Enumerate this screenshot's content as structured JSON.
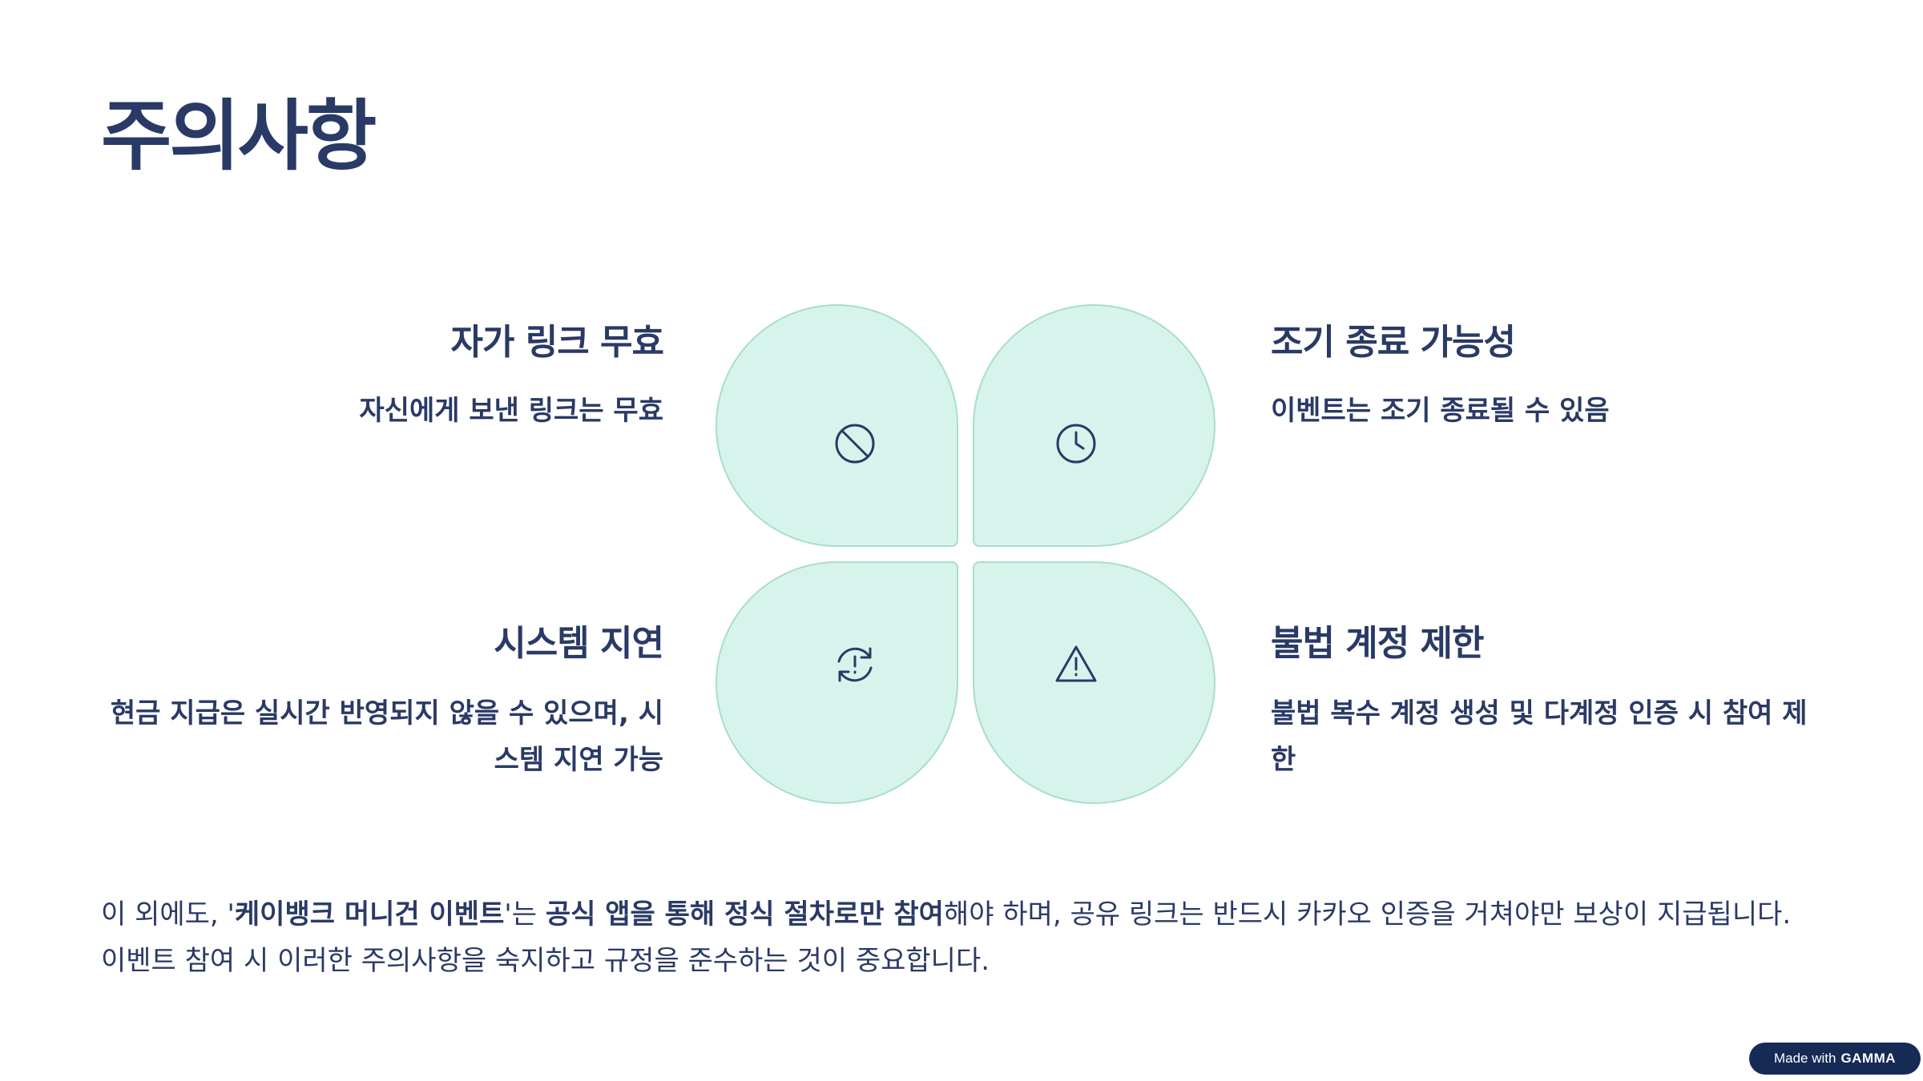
{
  "title": "주의사항",
  "items": {
    "top_left": {
      "heading": "자가 링크 무효",
      "description": "자신에게 보낸 링크는 무효",
      "icon": "prohibited-icon"
    },
    "top_right": {
      "heading": "조기 종료 가능성",
      "description": "이벤트는 조기 종료될 수 있음",
      "icon": "clock-icon"
    },
    "bottom_left": {
      "heading": "시스템 지연",
      "description": "현금 지급은 실시간 반영되지 않을 수 있으며, 시스템 지연 가능",
      "icon": "refresh-alert-icon"
    },
    "bottom_right": {
      "heading": "불법 계정 제한",
      "description": "불법 복수 계정 생성 및 다계정 인증 시 참여 제한",
      "icon": "warning-triangle-icon"
    }
  },
  "footer_text": {
    "p1": "이 외에도, '",
    "b1": "케이뱅크 머니건 이벤트",
    "p2": "'는 ",
    "b2": "공식 앱을 통해 정식 절차로만 참여",
    "p3": "해야 하며, 공유 링크는 반드시 카카오 인증을 거쳐야만 보상이 지급됩니다. 이벤트 참여 시 이러한 주의사항을 숙지하고 규정을 준수하는 것이 중요합니다."
  },
  "badge": {
    "prefix": "Made with",
    "brand": "GAMMA"
  },
  "colors": {
    "text": "#2a3a66",
    "petal_fill": "#d6f4ec",
    "petal_border": "#a9ddcc",
    "badge_bg": "#152a55"
  }
}
